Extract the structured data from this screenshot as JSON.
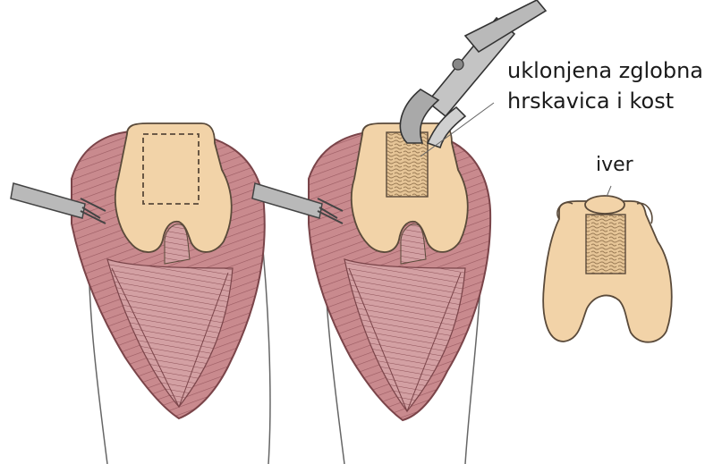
{
  "labels": {
    "removed_line1": "uklonjena zglobna",
    "removed_line2": "hrskavica i kost",
    "chip": "iver"
  },
  "colors": {
    "bone": "#f2d3a8",
    "bone_outline": "#5a4a3a",
    "tissue": "#c98a8e",
    "tissue_dark": "#a8646b",
    "skin_line": "#666666",
    "instrument": "#b9b9b9",
    "background": "#ffffff"
  }
}
